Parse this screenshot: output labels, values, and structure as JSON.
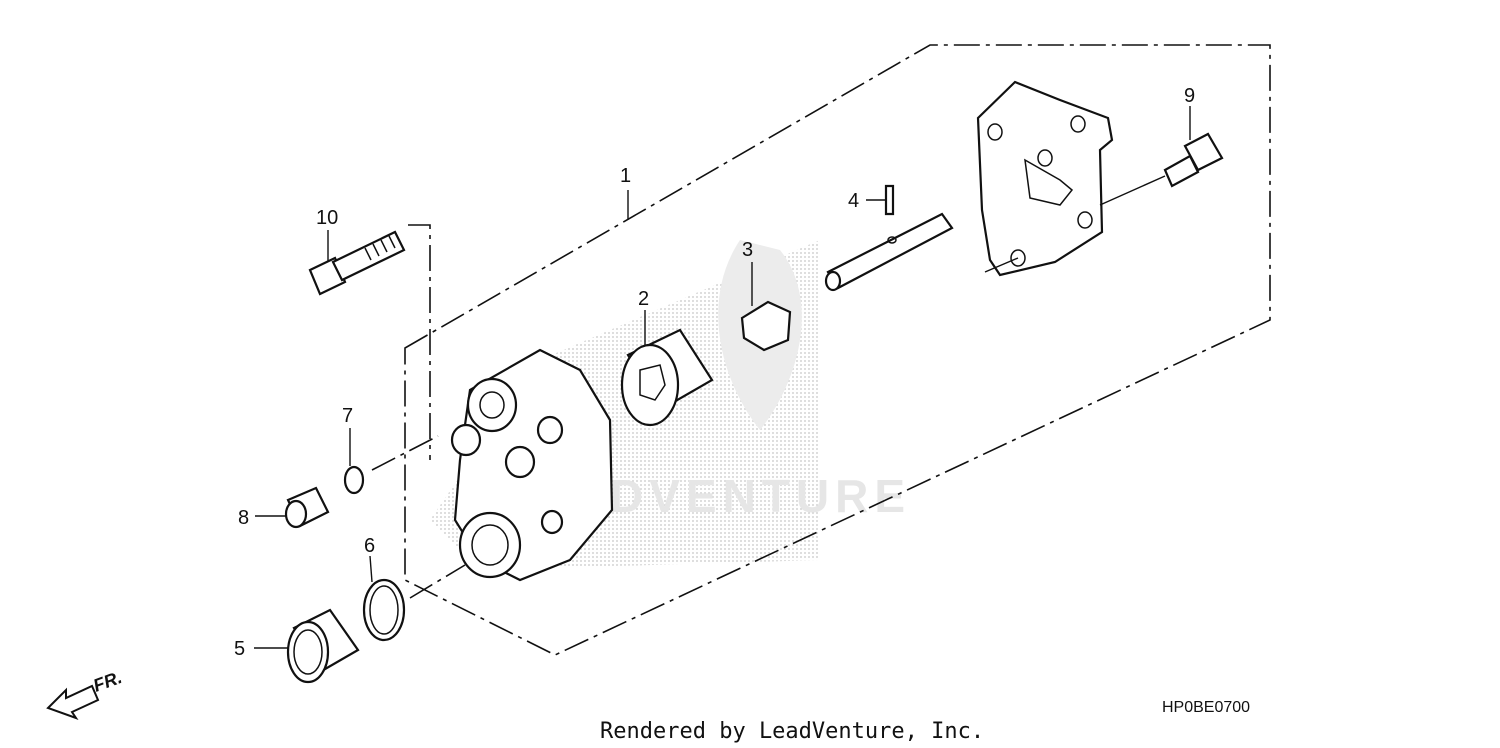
{
  "diagram": {
    "code": "HP0BE0700",
    "credit": "Rendered by LeadVenture, Inc.",
    "front_label": "FR.",
    "watermark": "LEADVENTURE",
    "parts": [
      {
        "ref": "1"
      },
      {
        "ref": "2"
      },
      {
        "ref": "3"
      },
      {
        "ref": "4"
      },
      {
        "ref": "5"
      },
      {
        "ref": "6"
      },
      {
        "ref": "7"
      },
      {
        "ref": "8"
      },
      {
        "ref": "9"
      },
      {
        "ref": "10"
      }
    ]
  }
}
